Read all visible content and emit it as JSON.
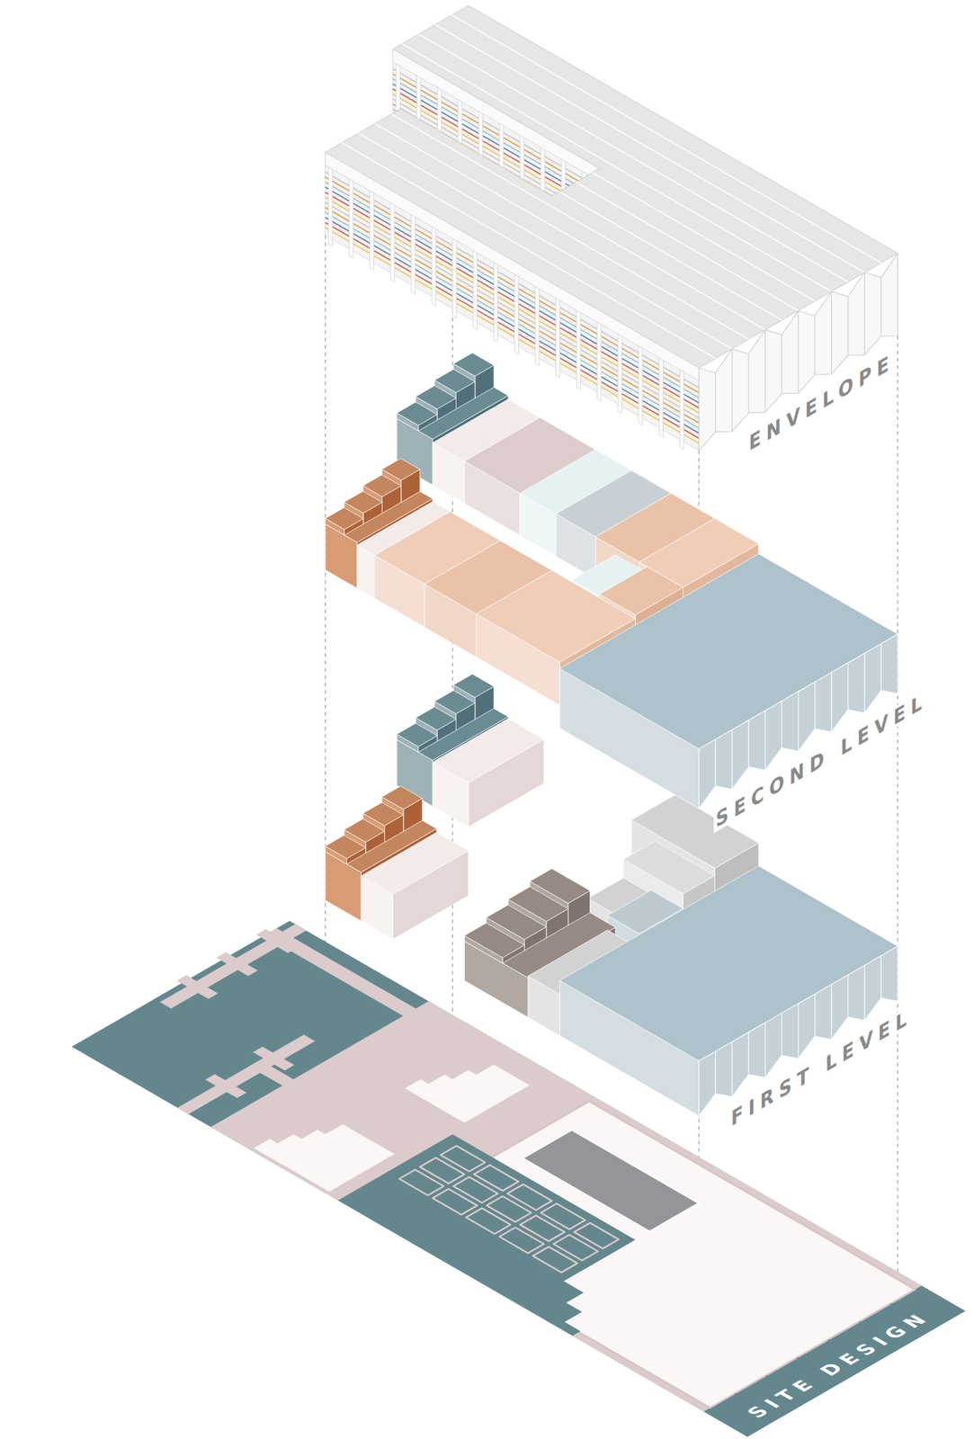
{
  "diagram": {
    "labels": [
      "ENVELOPE",
      "SECOND LEVEL",
      "FIRST LEVEL",
      "SITE DESIGN"
    ]
  }
}
